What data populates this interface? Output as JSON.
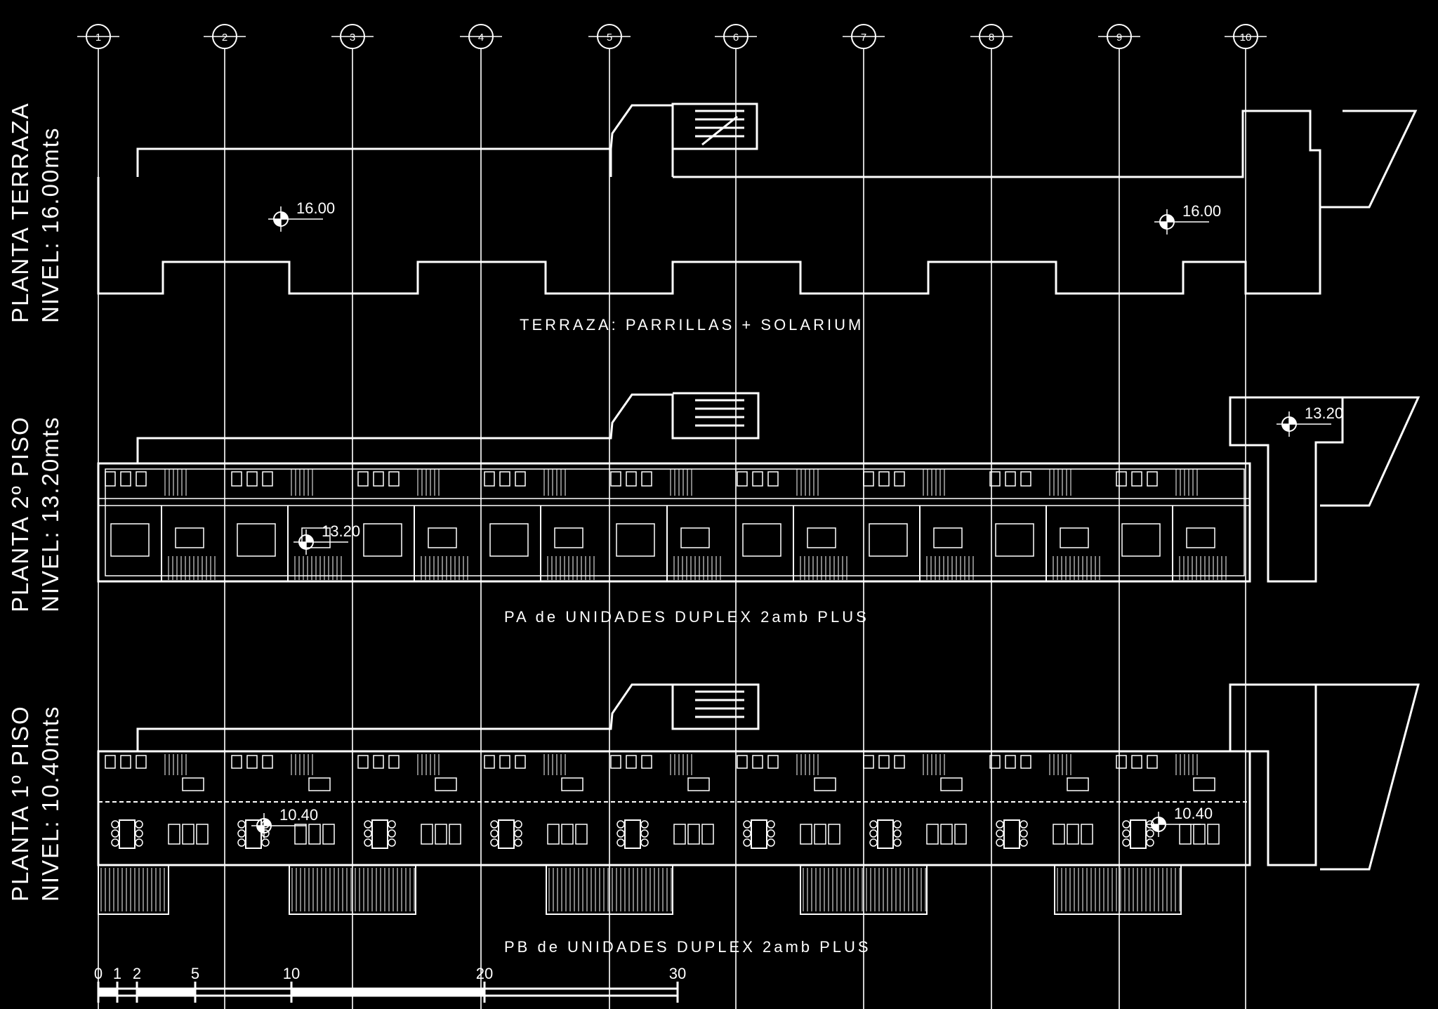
{
  "grid_axes": [
    "1",
    "2",
    "3",
    "4",
    "5",
    "6",
    "7",
    "8",
    "9",
    "10"
  ],
  "floors": [
    {
      "id": "terraza",
      "title": "PLANTA TERRAZA",
      "level": "NIVEL: 16.00mts",
      "caption": "TERRAZA: PARRILLAS + SOLARIUM",
      "markers": [
        "16.00",
        "16.00"
      ]
    },
    {
      "id": "piso2",
      "title": "PLANTA 2º PISO",
      "level": "NIVEL: 13.20mts",
      "caption": "PA de UNIDADES DUPLEX 2amb PLUS",
      "markers": [
        "13.20",
        "13.20"
      ]
    },
    {
      "id": "piso1",
      "title": "PLANTA 1º PISO",
      "level": "NIVEL: 10.40mts",
      "caption": "PB de UNIDADES DUPLEX 2amb PLUS",
      "markers": [
        "10.40",
        "10.40"
      ]
    }
  ],
  "scale_bar": {
    "ticks": [
      "0",
      "1",
      "2",
      "5",
      "10",
      "20",
      "30"
    ]
  },
  "colors": {
    "background": "#000000",
    "lines": "#ffffff",
    "grid": "#d8d8d8"
  }
}
